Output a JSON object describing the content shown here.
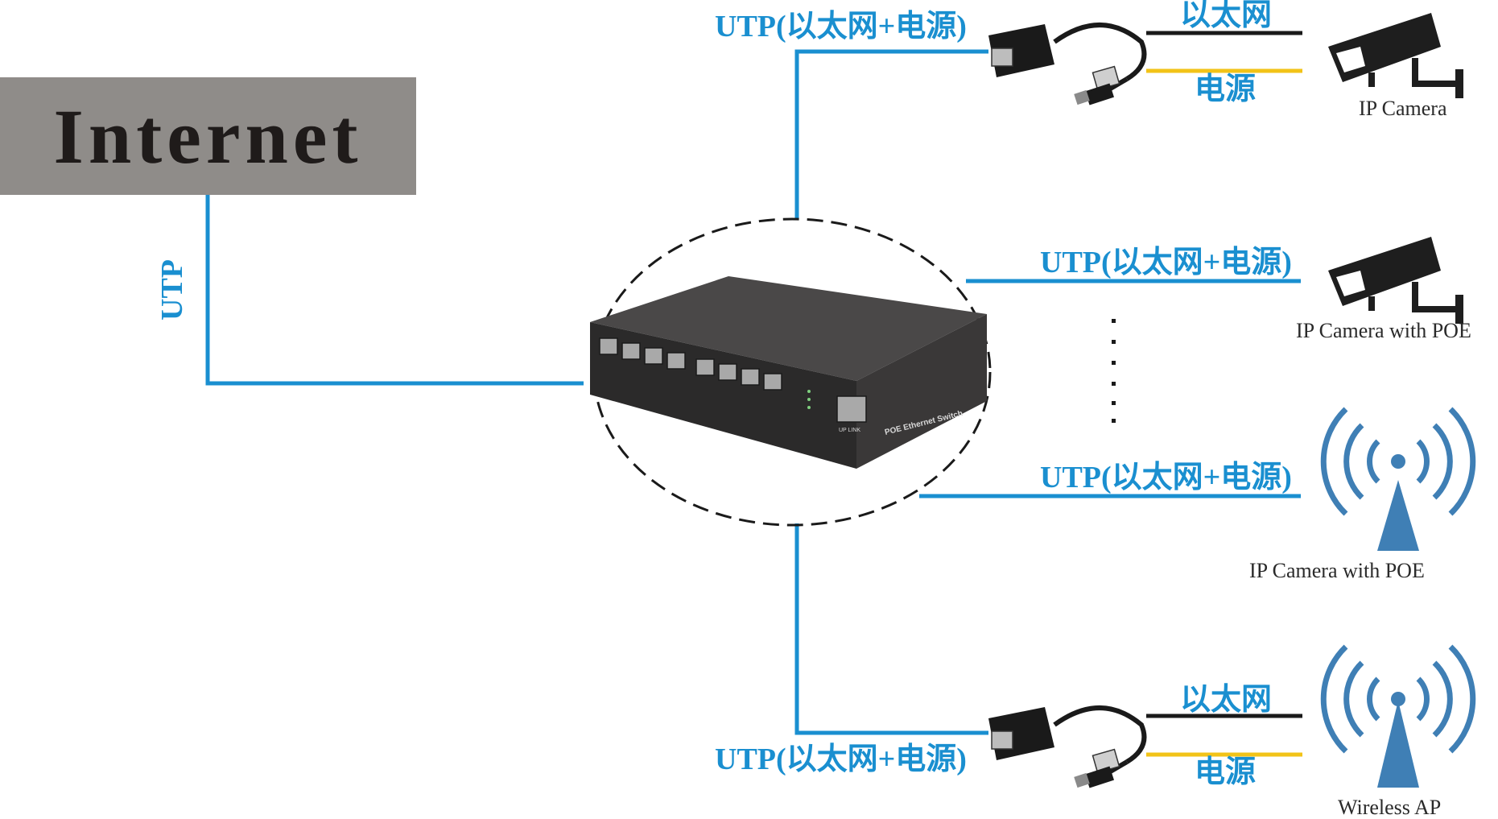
{
  "internet": {
    "label": "Internet"
  },
  "uplink": {
    "label": "UTP"
  },
  "switch": {
    "label": "POE Ethernet Switch",
    "uplink_port_label": "UP LINK"
  },
  "branches": {
    "top": {
      "cable_label": "UTP(以太网+电源)",
      "ethernet_label": "以太网",
      "power_label": "电源",
      "device_label": "IP Camera"
    },
    "camera_poe_1": {
      "cable_label": "UTP(以太网+电源)",
      "device_label": "IP Camera with POE"
    },
    "ap_poe": {
      "cable_label": "UTP(以太网+电源)",
      "device_label": "IP Camera with POE"
    },
    "bottom": {
      "cable_label": "UTP(以太网+电源)",
      "ethernet_label": "以太网",
      "power_label": "电源",
      "device_label": "Wireless AP"
    }
  },
  "colors": {
    "cable_blue": "#1a8fd0",
    "ethernet_line": "#1a1a1a",
    "power_line": "#f2c318",
    "internet_box": "#8f8c89",
    "device_icon": "#1e1e1e",
    "wifi_icon": "#3f7fb5"
  },
  "icons": {
    "camera": "cctv-camera-icon",
    "wifi": "wireless-tower-icon",
    "splitter": "poe-splitter-icon",
    "switch": "network-switch-icon"
  }
}
